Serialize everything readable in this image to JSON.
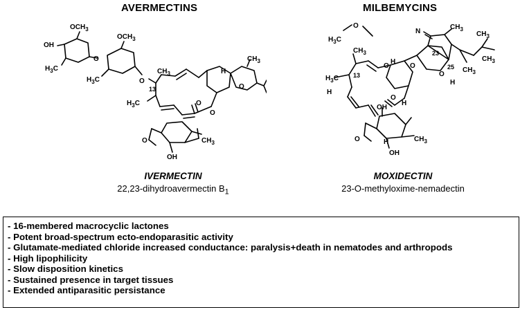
{
  "headings": {
    "left": "AVERMECTINS",
    "right": "MILBEMYCINS"
  },
  "compounds": {
    "left": {
      "name": "IVERMECTIN",
      "subtitle": "22,23-dihydroavermectin B",
      "subtitle_subscript": "1"
    },
    "right": {
      "name": "MOXIDECTIN",
      "subtitle": "23-O-methyloxime-nemadectin"
    }
  },
  "atom_labels": {
    "och3": "OCH3",
    "oh": "OH",
    "h3c": "H3C",
    "ch3": "CH3",
    "o": "O",
    "h": "H",
    "n": "N",
    "c13": "13",
    "c23": "23",
    "c25": "25"
  },
  "properties": [
    "- 16-membered macrocyclic lactones",
    "- Potent broad-spectrum ecto-endoparasitic activity",
    "- Glutamate-mediated chloride increased conductance:  paralysis+death in nematodes and arthropods",
    "- High lipophilicity",
    "- Slow disposition kinetics",
    "- Sustained presence in target tissues",
    "- Extended antiparasitic persistance"
  ]
}
